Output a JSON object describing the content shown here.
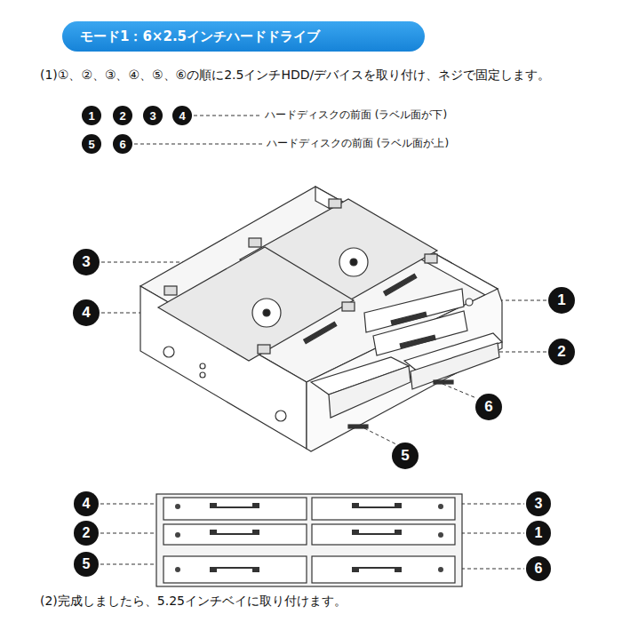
{
  "diagram": {
    "title": "モード1：6×2.5インチハードドライブ",
    "caption": "(2)完成しましたら、5.25インチベイに取り付けます。",
    "labels": [
      "(1)①、②、③、④、⑤、⑥の順に2.5インチHDD/デバイスを取り付け、ネジで固定します。",
      "1",
      "2",
      "3",
      "4",
      "ハードディスクの前面 (ラベル面が下)",
      "5",
      "6",
      "ハードディスクの前面 (ラベル面が上)",
      "3",
      "4",
      "1",
      "2",
      "6",
      "5",
      "4",
      "3",
      "2",
      "1",
      "5",
      "6"
    ]
  }
}
